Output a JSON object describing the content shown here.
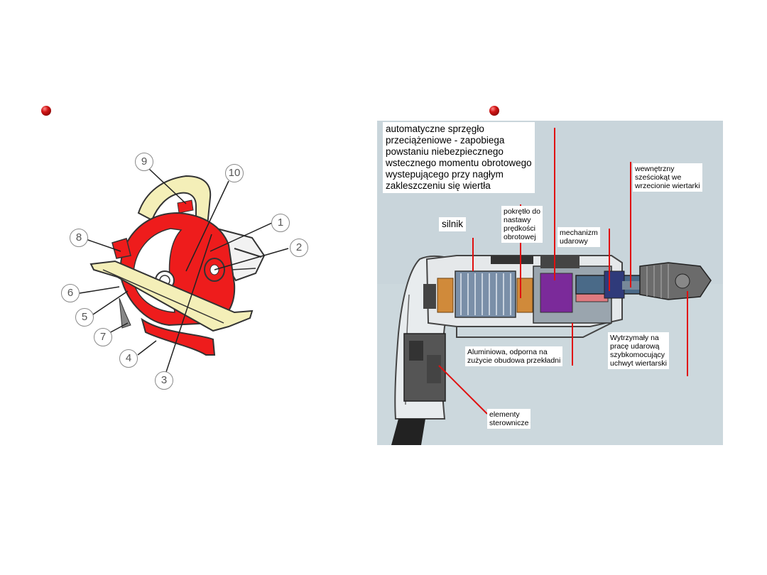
{
  "saw": {
    "numbers": [
      "1",
      "2",
      "3",
      "4",
      "5",
      "6",
      "7",
      "8",
      "9",
      "10"
    ]
  },
  "drill": {
    "labels": {
      "clutch": "automatyczne sprzęgło\nprzeciążeniowe - zapobiega\npowstaniu niebezpiecznego\nwstecznego momentu obrotowego\nwystepującego przy nagłym\nzakleszczeniu się wiertła",
      "hex": "wewnętrzny\nsześciokąt we\nwrzecionie wiertarki",
      "motor": "silnik",
      "knob": "pokrętło do\nnastawy\nprędkości\nobrotowej",
      "hammer": "mechanizm\nudarowy",
      "gearbox": "Aluminiowa, odporna na\nzużycie obudowa przekładni",
      "chuck": "Wytrzymały na\npracę udarową\nszybkomocujący\nuchwyt wiertarski",
      "controls": "elementy\nsterownicze"
    }
  },
  "colors": {
    "bullet": "#b30000",
    "saw_body": "#ee1c1c",
    "saw_yellow": "#f4efb8",
    "drill_bg": "#c9d5db",
    "leader_red": "#e01010"
  }
}
